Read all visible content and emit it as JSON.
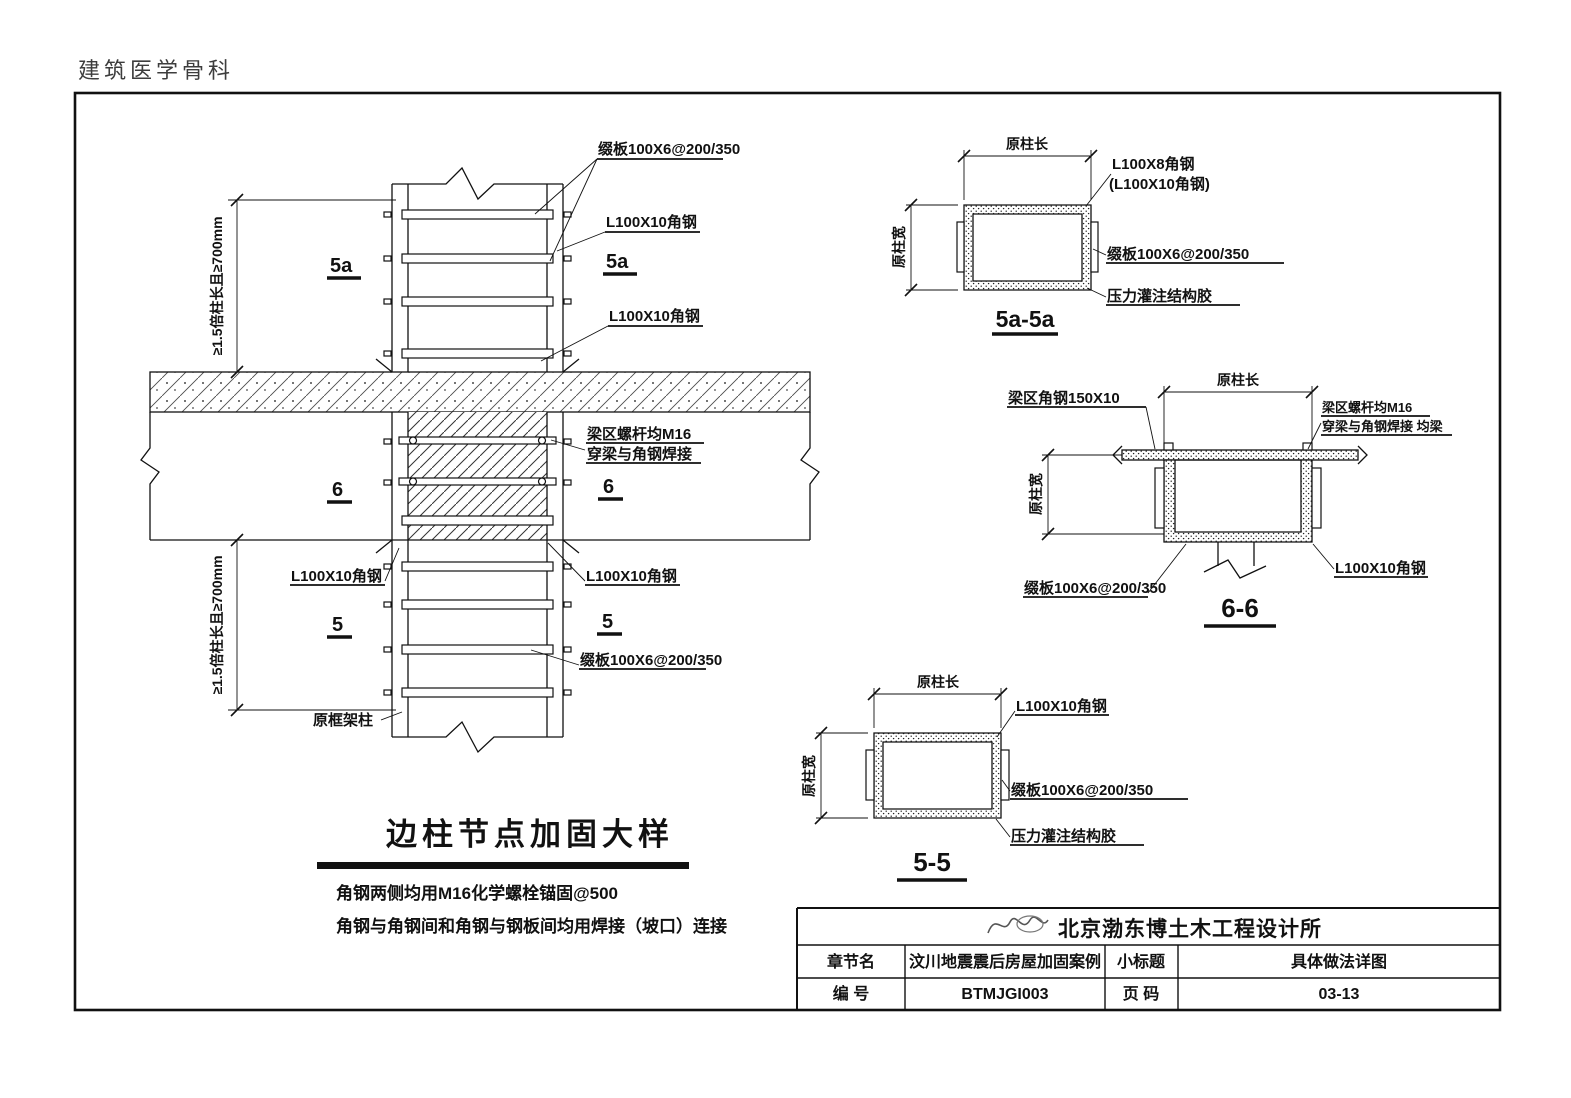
{
  "page": {
    "watermark": "建筑医学骨科"
  },
  "main": {
    "title": "边柱节点加固大样",
    "note1": "角钢两侧均用M16化学螺栓锚固@500",
    "note2": "角钢与角钢间和角钢与钢板间均用焊接（坡口）连接",
    "dim_upper": "≥1.5倍柱长且≥700mm",
    "dim_lower": "≥1.5倍柱长且≥700mm",
    "label_batten_top": "缀板100X6@200/350",
    "label_angle_top": "L100X10角钢",
    "label_angle_mid": "L100X10角钢",
    "label_beam_bolt1": "梁区螺杆均M16",
    "label_beam_bolt2": "穿梁与角钢焊接",
    "label_angle_left": "L100X10角钢",
    "label_angle_right": "L100X10角钢",
    "label_batten_bottom": "缀板100X6@200/350",
    "label_original_column": "原框架柱",
    "marker_5a_left": "5a",
    "marker_5a_right": "5a",
    "marker_6_left": "6",
    "marker_6_right": "6",
    "marker_5_left": "5",
    "marker_5_right": "5"
  },
  "detail_5a5a": {
    "caption": "5a-5a",
    "dim_length": "原柱长",
    "dim_width": "原柱宽",
    "label_angle_line1": "L100X8角钢",
    "label_angle_line2": "(L100X10角钢)",
    "label_batten": "缀板100X6@200/350",
    "label_adhesive": "压力灌注结构胶"
  },
  "detail_66": {
    "caption": "6-6",
    "dim_length": "原柱长",
    "dim_width": "原柱宽",
    "label_beam_angle": "梁区角钢150X10",
    "label_bolt_line1": "梁区螺杆均M16",
    "label_bolt_line2": "穿梁与角钢焊接 均梁",
    "label_angle": "L100X10角钢",
    "label_batten": "缀板100X6@200/350"
  },
  "detail_55": {
    "caption": "5-5",
    "dim_length": "原柱长",
    "dim_width": "原柱宽",
    "label_angle": "L100X10角钢",
    "label_batten": "缀板100X6@200/350",
    "label_adhesive": "压力灌注结构胶"
  },
  "title_block": {
    "company": "北京渤东博土木工程设计所",
    "chapter_label": "章节名",
    "chapter_value": "汶川地震震后房屋加固案例",
    "subtitle_label": "小标题",
    "subtitle_value": "具体做法详图",
    "number_label": "编  号",
    "number_value": "BTMJGI003",
    "page_label": "页  码",
    "page_value": "03-13"
  },
  "colors": {
    "ink": "#111111",
    "paper": "#ffffff"
  }
}
